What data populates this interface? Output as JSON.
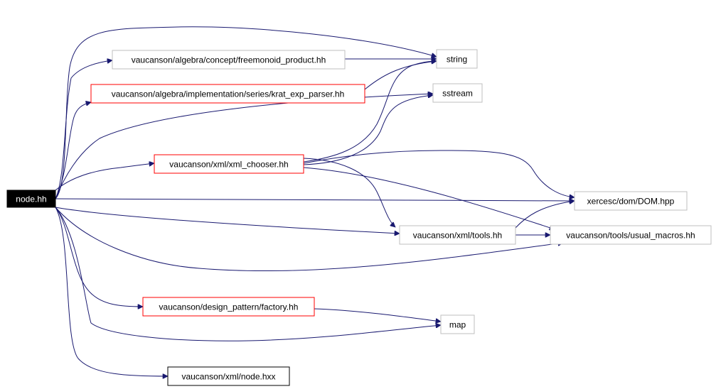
{
  "graph": {
    "colors": {
      "edge": "#191970",
      "border_gray": "#bfbfbf",
      "border_red": "#ff0000",
      "border_black": "#000000",
      "root_fill": "#000000",
      "root_text": "#ffffff",
      "text": "#000000"
    },
    "nodes": {
      "root": {
        "label": "node.hh"
      },
      "freemonoid_product": {
        "label": "vaucanson/algebra/concept/freemonoid_product.hh"
      },
      "krat_exp_parser": {
        "label": "vaucanson/algebra/implementation/series/krat_exp_parser.hh"
      },
      "string": {
        "label": "string"
      },
      "sstream": {
        "label": "sstream"
      },
      "xml_chooser": {
        "label": "vaucanson/xml/xml_chooser.hh"
      },
      "dom": {
        "label": "xercesc/dom/DOM.hpp"
      },
      "tools": {
        "label": "vaucanson/xml/tools.hh"
      },
      "usual_macros": {
        "label": "vaucanson/tools/usual_macros.hh"
      },
      "factory": {
        "label": "vaucanson/design_pattern/factory.hh"
      },
      "map": {
        "label": "map"
      },
      "node_hxx": {
        "label": "vaucanson/xml/node.hxx"
      }
    }
  }
}
